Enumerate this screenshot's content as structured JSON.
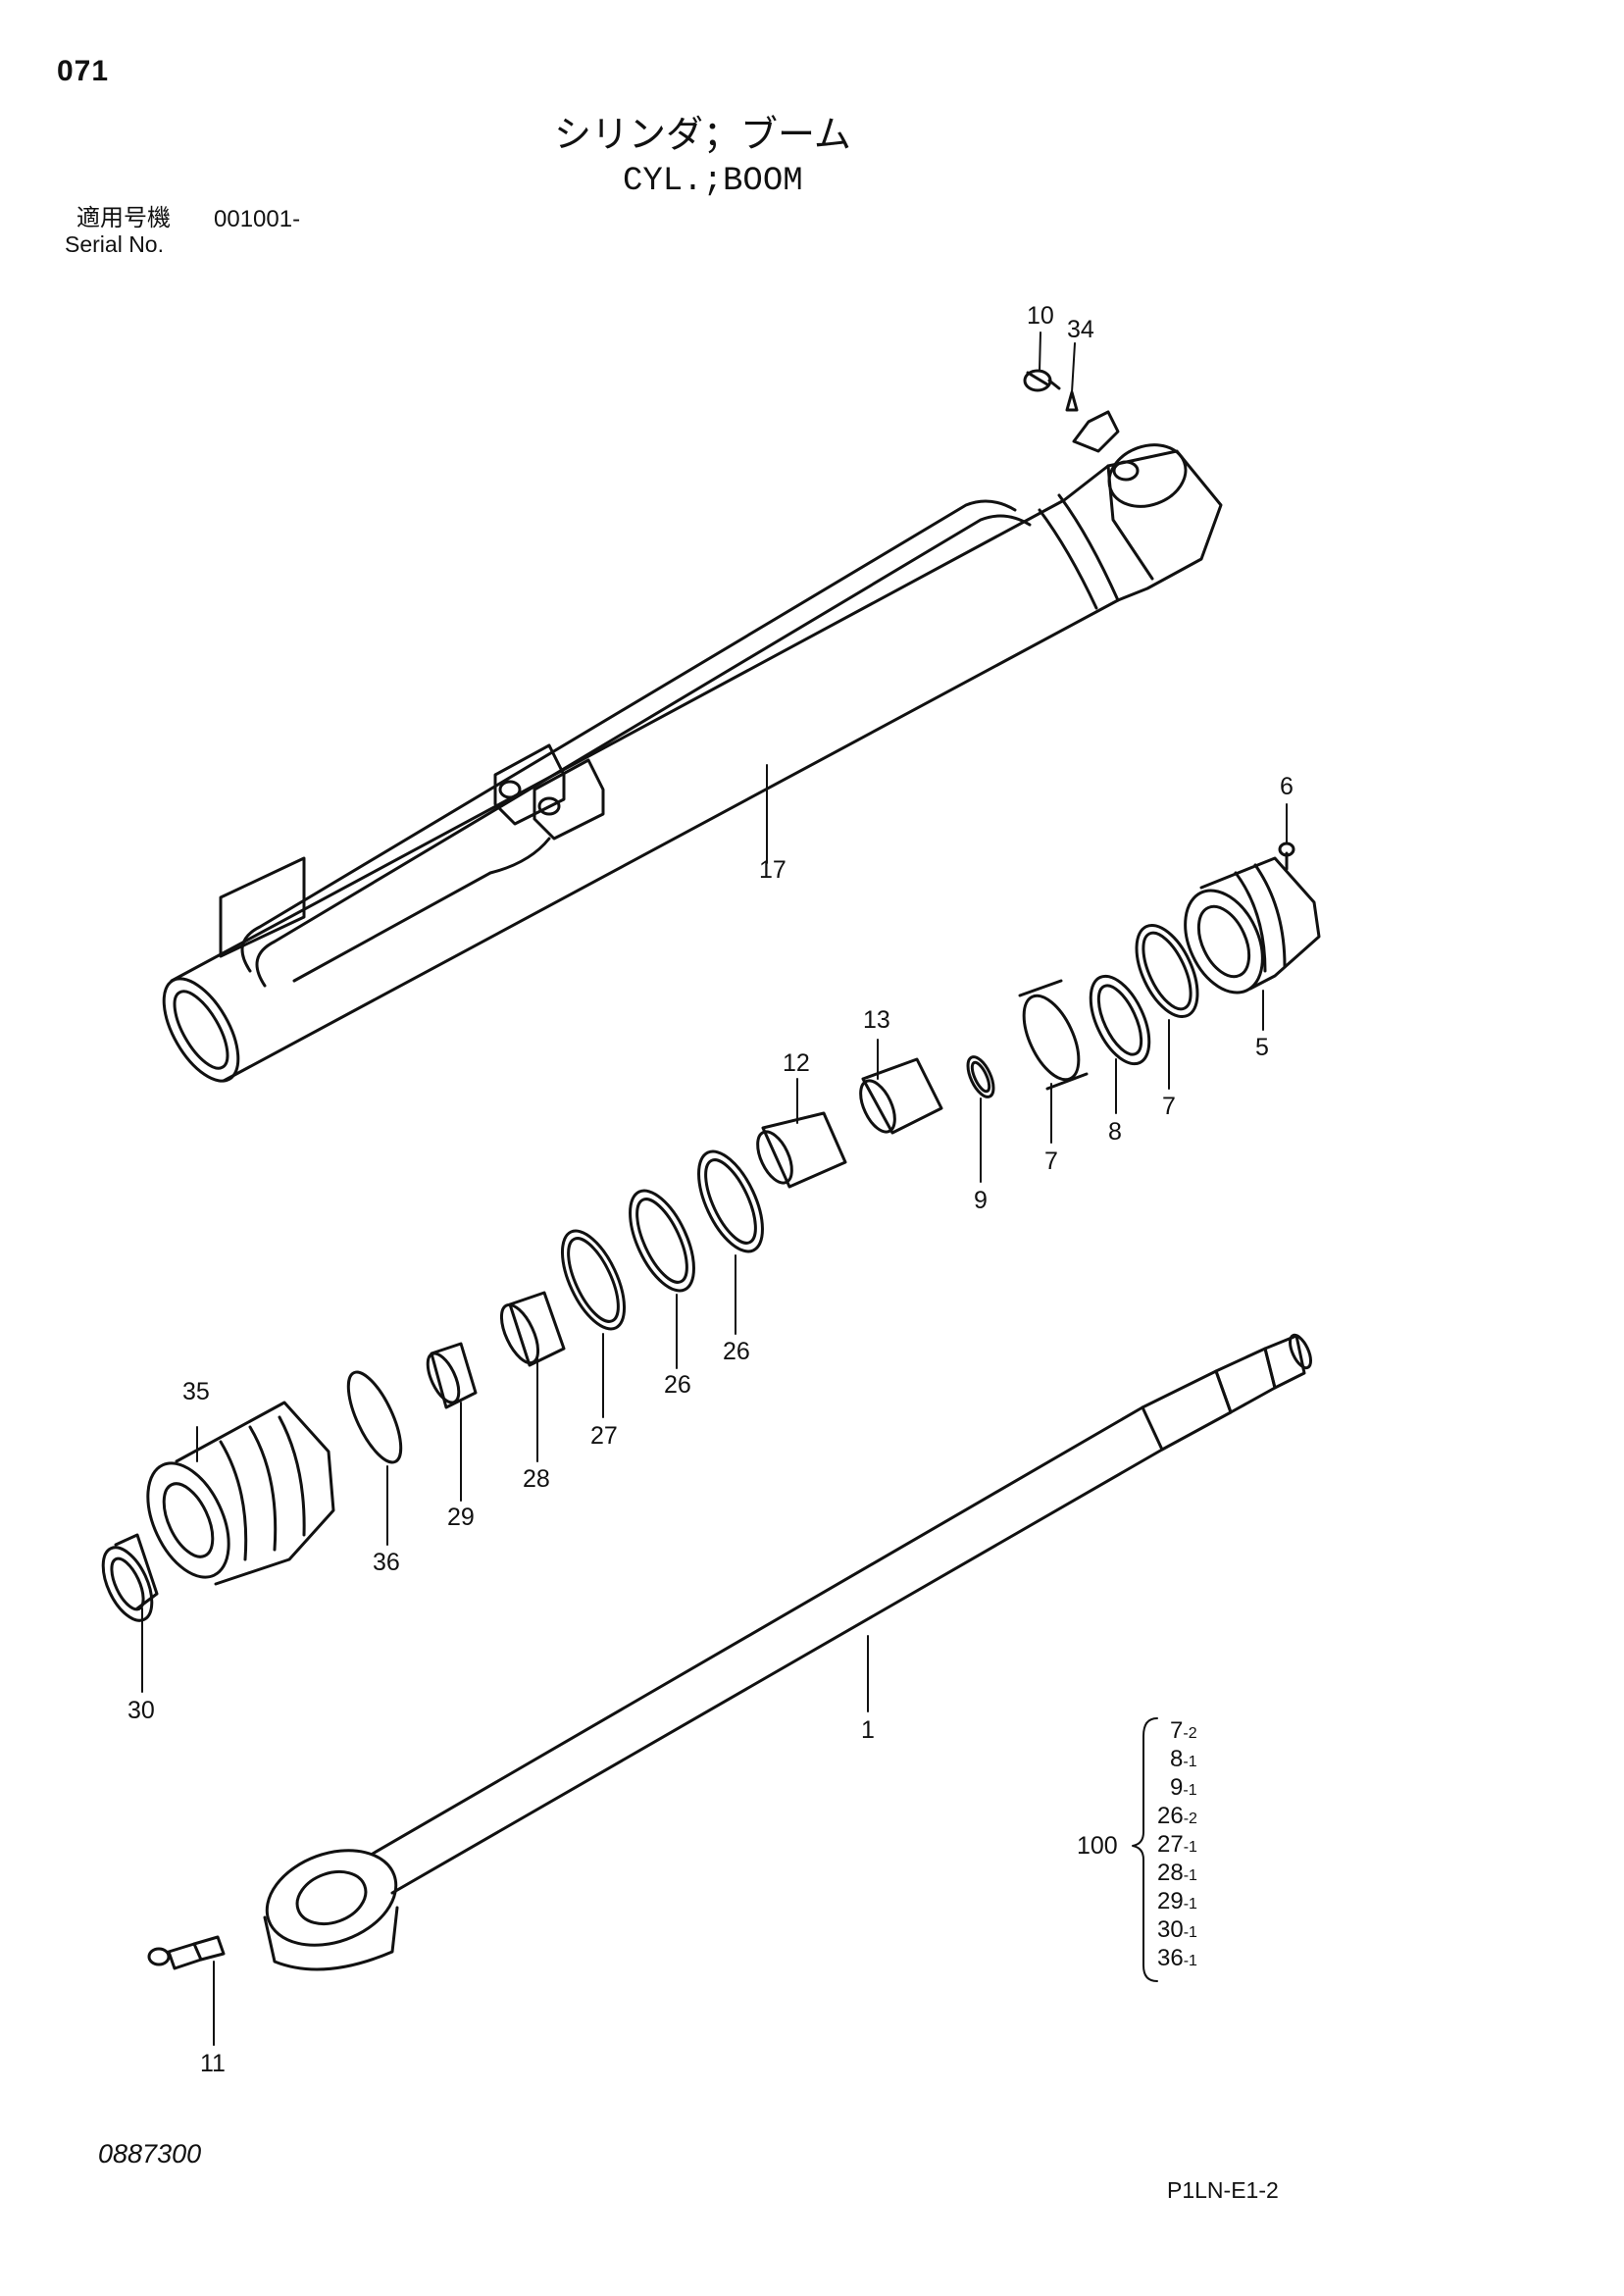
{
  "header": {
    "page_number": "071",
    "title_jp": "シリンダ；ブーム",
    "title_en": "CYL.;BOOM",
    "serial_label_jp": "適用号機",
    "serial_value": "001001-",
    "serial_label_en": "Serial No."
  },
  "callouts": [
    "10",
    "34",
    "17",
    "6",
    "5",
    "13",
    "12",
    "9",
    "7",
    "8",
    "7",
    "35",
    "26",
    "26",
    "27",
    "28",
    "29",
    "36",
    "30",
    "1",
    "11"
  ],
  "kit": {
    "label": "100",
    "items": [
      {
        "part": "7",
        "qty": "2"
      },
      {
        "part": "8",
        "qty": "1"
      },
      {
        "part": "9",
        "qty": "1"
      },
      {
        "part": "26",
        "qty": "2"
      },
      {
        "part": "27",
        "qty": "1"
      },
      {
        "part": "28",
        "qty": "1"
      },
      {
        "part": "29",
        "qty": "1"
      },
      {
        "part": "30",
        "qty": "1"
      },
      {
        "part": "36",
        "qty": "1"
      }
    ]
  },
  "footer": {
    "doc_code": "0887300",
    "page_code": "P1LN-E1-2"
  }
}
